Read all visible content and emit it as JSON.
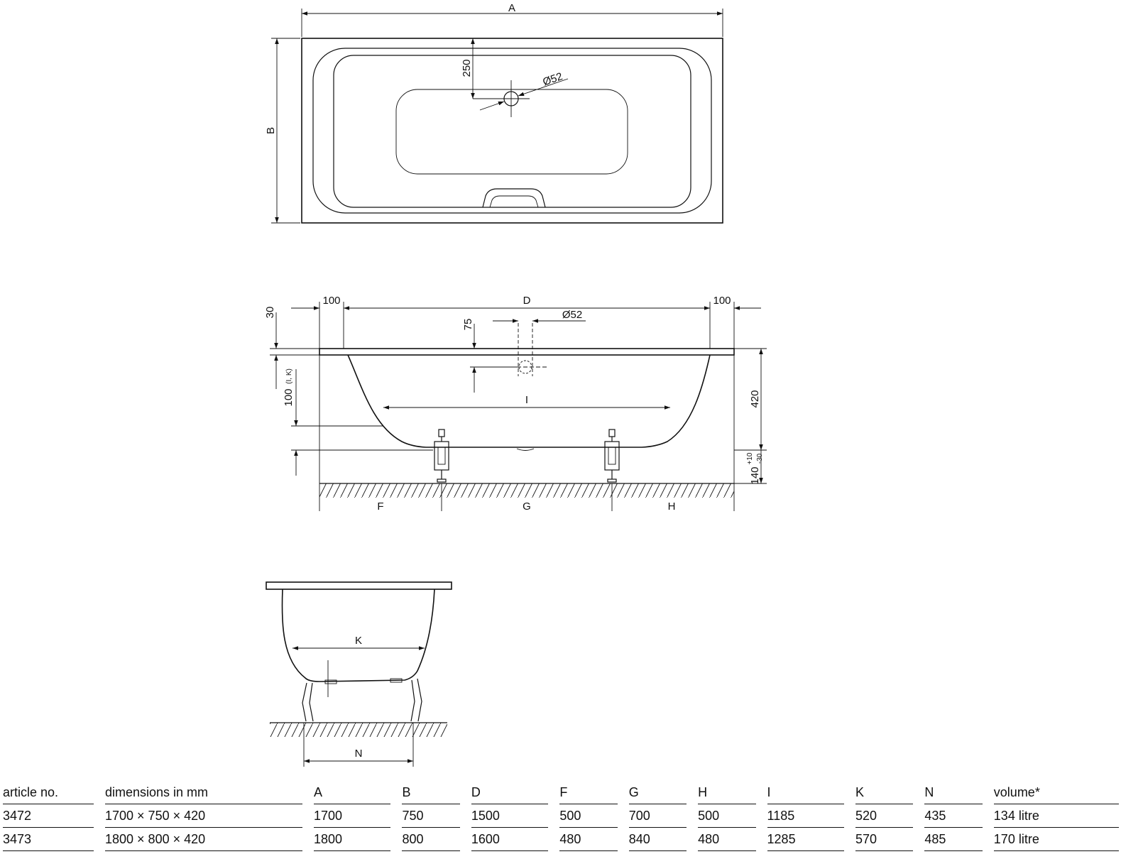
{
  "top_view": {
    "dim_a": "A",
    "dim_b": "B",
    "dim_250": "250",
    "dim_d52": "Ø52"
  },
  "side_view": {
    "dim_100_left": "100",
    "dim_d": "D",
    "dim_100_right": "100",
    "dim_30": "30",
    "dim_75": "75",
    "dim_d52": "Ø52",
    "dim_100_ik": "100",
    "dim_ik_note": "(I, K)",
    "dim_i": "I",
    "dim_420": "420",
    "dim_140": "140",
    "dim_tol_plus": "+10",
    "dim_tol_minus": "-30",
    "dim_f": "F",
    "dim_g": "G",
    "dim_h": "H"
  },
  "end_view": {
    "dim_k": "K",
    "dim_n": "N"
  },
  "table": {
    "headers": [
      "article no.",
      "dimensions in mm",
      "A",
      "B",
      "D",
      "F",
      "G",
      "H",
      "I",
      "K",
      "N",
      "volume*"
    ],
    "rows": [
      [
        "3472",
        "1700 × 750 × 420",
        "1700",
        "750",
        "1500",
        "500",
        "700",
        "500",
        "1185",
        "520",
        "435",
        "134 litre"
      ],
      [
        "3473",
        "1800 × 800 × 420",
        "1800",
        "800",
        "1600",
        "480",
        "840",
        "480",
        "1285",
        "570",
        "485",
        "170 litre"
      ]
    ]
  }
}
